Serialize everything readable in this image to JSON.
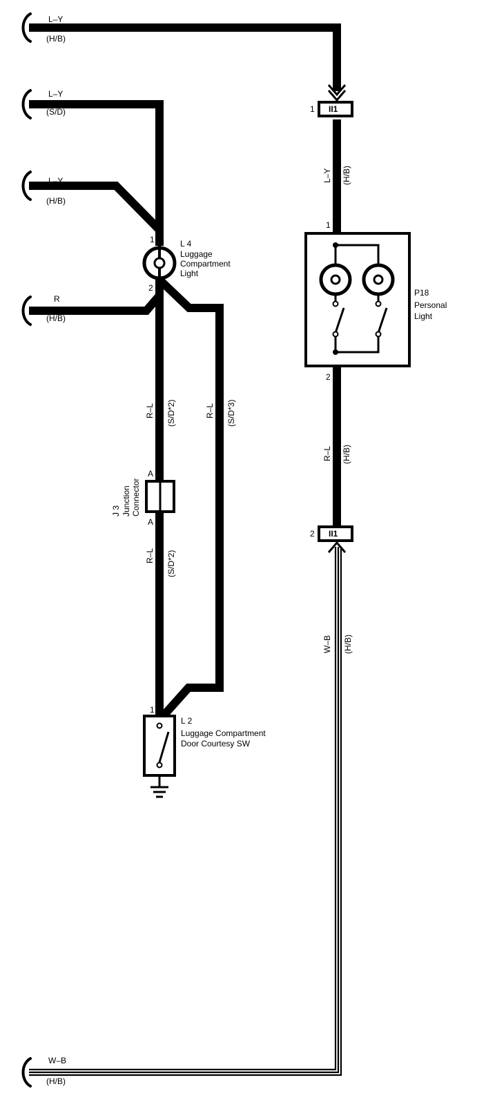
{
  "left_wires": [
    {
      "color": "L–Y",
      "variant": "(H/B)"
    },
    {
      "color": "L–Y",
      "variant": "(S/D)"
    },
    {
      "color": "L–Y",
      "variant": "(H/B)"
    },
    {
      "color": "R",
      "variant": "(H/B)"
    },
    {
      "color": "W–B",
      "variant": "(H/B)"
    }
  ],
  "components": {
    "l4": {
      "id": "L 4",
      "line1": "Luggage",
      "line2": "Compartment",
      "line3": "Light",
      "pin_top": "1",
      "pin_bottom": "2"
    },
    "l2": {
      "id": "L 2",
      "line1": "Luggage Compartment",
      "line2": "Door Courtesy SW",
      "pin": "1"
    },
    "j3": {
      "id": "J 3",
      "line1": "Junction",
      "line2": "Connector",
      "pin_top": "A",
      "pin_bottom": "A"
    },
    "p18": {
      "id": "P18",
      "line1": "Personal",
      "line2": "Light",
      "pin_top": "1",
      "pin_bottom": "2"
    },
    "ii1_top": {
      "label": "II1",
      "pin": "1"
    },
    "ii1_bottom": {
      "label": "II1",
      "pin": "2"
    }
  },
  "wire_labels": {
    "rl_sd2_upper": {
      "color": "R–L",
      "note": "(S/D*2)"
    },
    "rl_sd3": {
      "color": "R–L",
      "note": "(S/D*3)"
    },
    "rl_sd2_lower": {
      "color": "R–L",
      "note": "(S/D*2)"
    },
    "ly_hb_right": {
      "color": "L–Y",
      "note": "(H/B)"
    },
    "rl_hb_right": {
      "color": "R–L",
      "note": "(H/B)"
    },
    "wb_hb_right": {
      "color": "W–B",
      "note": "(H/B)"
    }
  }
}
